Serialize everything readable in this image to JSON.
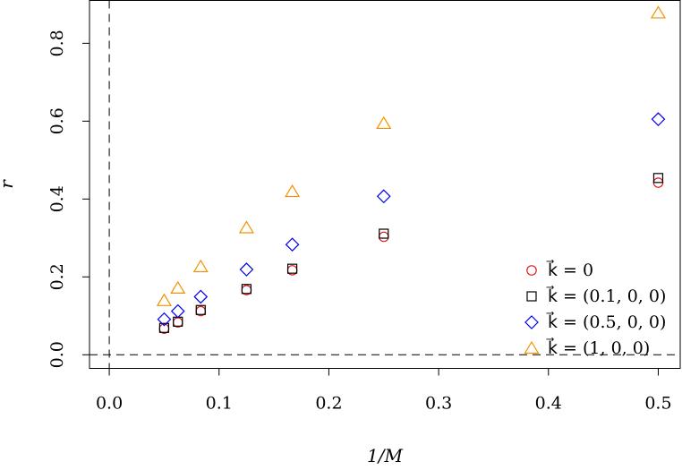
{
  "chart_data": {
    "type": "scatter",
    "xlabel": "1/M",
    "ylabel": "r",
    "xlim": [
      -0.018,
      0.52
    ],
    "ylim": [
      -0.035,
      0.91
    ],
    "xticks": [
      "0.0",
      "0.1",
      "0.2",
      "0.3",
      "0.4",
      "0.5"
    ],
    "yticks": [
      "0.0",
      "0.2",
      "0.4",
      "0.6",
      "0.8"
    ],
    "reference_lines": {
      "vertical_x": 0,
      "horizontal_y": 0,
      "style": "dashed"
    },
    "legend_position": "bottom-right",
    "x": [
      0.05,
      0.0625,
      0.0833,
      0.125,
      0.1667,
      0.25,
      0.5
    ],
    "series": [
      {
        "name": "k⃗ = 0",
        "marker": "circle",
        "color": "#e41a1c",
        "values": [
          0.067,
          0.083,
          0.112,
          0.166,
          0.217,
          0.303,
          0.442
        ]
      },
      {
        "name": "k⃗ = (0.1, 0, 0)",
        "marker": "square",
        "color": "#000000",
        "values": [
          0.069,
          0.085,
          0.115,
          0.169,
          0.221,
          0.311,
          0.454
        ]
      },
      {
        "name": "k⃗ = (0.5, 0, 0)",
        "marker": "diamond",
        "color": "#0000ee",
        "values": [
          0.091,
          0.112,
          0.149,
          0.219,
          0.283,
          0.407,
          0.605
        ]
      },
      {
        "name": "k⃗ = (1, 0, 0)",
        "marker": "triangle",
        "color": "#f39200",
        "values": [
          0.139,
          0.171,
          0.226,
          0.326,
          0.419,
          0.594,
          0.878
        ]
      }
    ]
  }
}
